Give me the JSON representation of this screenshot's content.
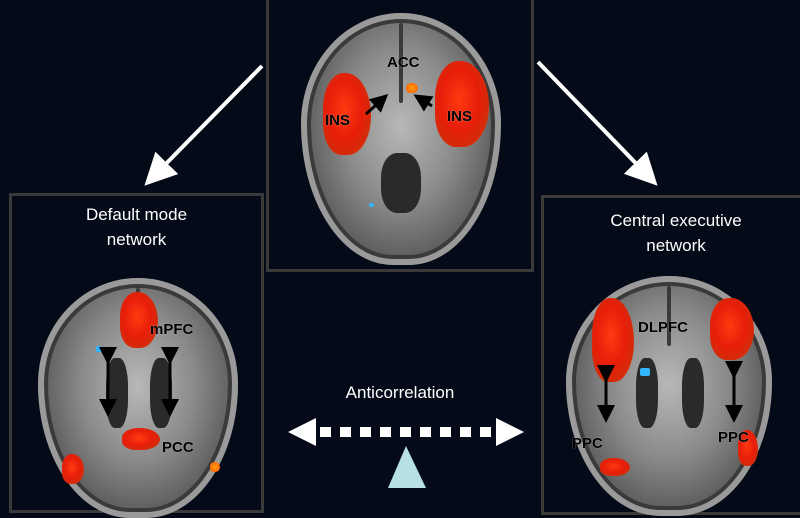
{
  "center": {
    "regions": [
      "ACC",
      "INS",
      "INS"
    ]
  },
  "left_panel": {
    "title_line1": "Default mode",
    "title_line2": "network",
    "regions": [
      "mPFC",
      "PCC"
    ]
  },
  "right_panel": {
    "title_line1": "Central executive",
    "title_line2": "network",
    "regions": [
      "DLPFC",
      "PPC",
      "PPC"
    ]
  },
  "relation": {
    "label": "Anticorrelation"
  },
  "colors": {
    "background": "#050a18",
    "panel_border": "#3a3a3a",
    "activation": "#e81e0a",
    "fulcrum": "#b6e0e4"
  }
}
